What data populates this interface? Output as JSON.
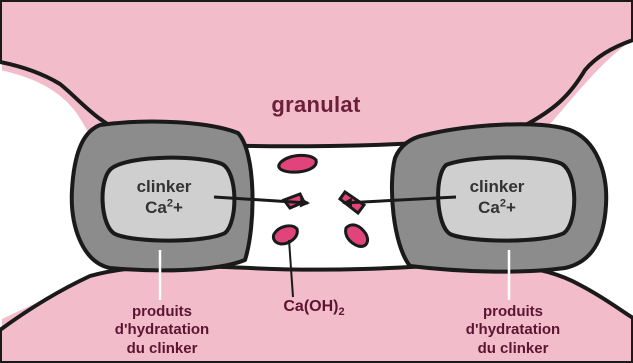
{
  "labels": {
    "granulat": "granulat",
    "clinker_left": "clinker",
    "ion_left_base": "Ca",
    "ion_left_charge": "2",
    "ion_left_sign": "+",
    "clinker_right": "clinker",
    "ion_right_base": "Ca",
    "ion_right_charge": "2",
    "ion_right_sign": "+",
    "products_left": [
      "produits",
      "d'hydratation",
      "du clinker"
    ],
    "products_right": [
      "produits",
      "d'hydratation",
      "du clinker"
    ],
    "portlandite_base": "Ca(OH)",
    "portlandite_sub": "2"
  },
  "colors": {
    "aggregate_pink": "#f2bccb",
    "hydrate_grey": "#8c8c8c",
    "clinker_grey": "#cfcfcf",
    "crystal_pink": "#e0447a",
    "outline": "#1a1a1a",
    "pore_white": "#ffffff"
  }
}
